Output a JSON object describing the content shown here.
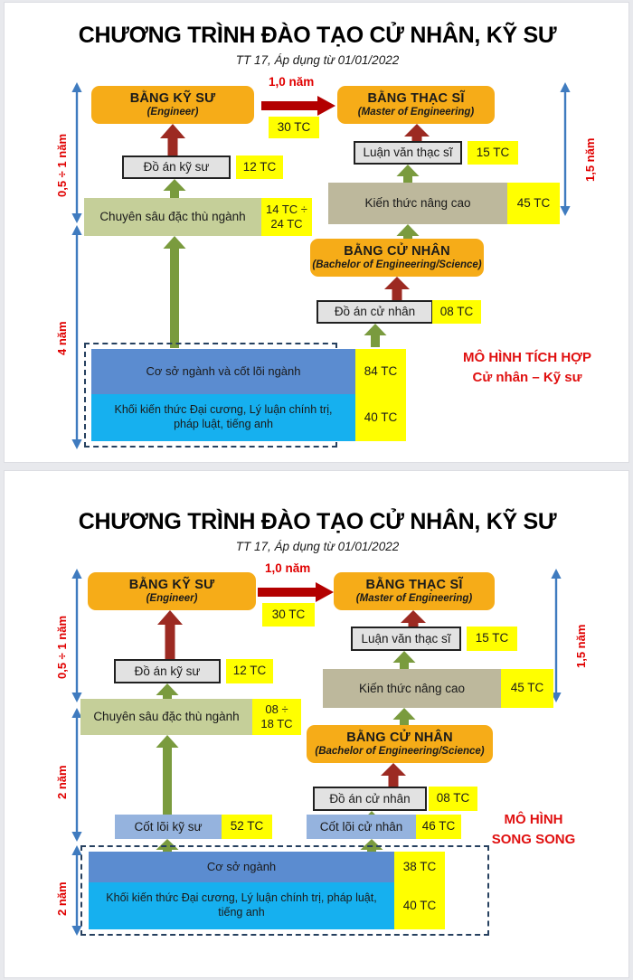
{
  "colors": {
    "orange": "#f6ac18",
    "yellow": "#ffff00",
    "gray_box": "#e2e2e2",
    "olive": "#c5cf99",
    "khaki": "#bdb89c",
    "blue_dark": "#5b8cd0",
    "blue_light": "#16b0ef",
    "blue_mid": "#95b3de",
    "red_text": "#e00000",
    "arrow_blue": "#3f7bbf",
    "arrow_green": "#7a9b3e",
    "arrow_darkred": "#9c2a22",
    "arrow_red": "#b30000",
    "dash_border": "#26405f"
  },
  "panels": [
    {
      "id": "integrated-model",
      "title": "CHƯƠNG TRÌNH ĐÀO TẠO CỬ NHÂN, KỸ SƯ",
      "subtitle": "TT 17, Áp dụng từ 01/01/2022",
      "model_note_line1": "MÔ HÌNH TÍCH HỢP",
      "model_note_line2": "Cử nhân – Kỹ sư",
      "duration_left_top": "0,5 ÷ 1 năm",
      "duration_left_bottom": "4 năm",
      "duration_right": "1,5 năm",
      "bridge_label": "1,0 năm",
      "boxes": {
        "engineer_degree": {
          "line1": "BẰNG KỸ SƯ",
          "line2": "(Engineer)"
        },
        "master_degree": {
          "line1": "BẰNG THẠC SĨ",
          "line2": "(Master of Engineering)"
        },
        "bachelor_degree": {
          "line1": "BẰNG CỬ NHÂN",
          "line2": "(Bachelor of Engineering/Science)"
        },
        "engineer_project": "Đồ án kỹ sư",
        "master_thesis": "Luận văn thạc sĩ",
        "bachelor_project": "Đồ án cử nhân",
        "specialization": "Chuyên sâu đặc thù ngành",
        "advanced_knowledge": "Kiến thức nâng cao",
        "foundation_core": "Cơ sở ngành và cốt lõi ngành",
        "general_knowledge": "Khối kiến thức Đại cương, Lý luận chính trị, pháp luật, tiếng anh"
      },
      "credits": {
        "bridge": "30 TC",
        "engineer_project": "12 TC",
        "master_thesis": "15 TC",
        "bachelor_project": "08 TC",
        "specialization_l1": "14 TC ÷",
        "specialization_l2": "24 TC",
        "advanced_knowledge": "45 TC",
        "foundation_core": "84 TC",
        "general_knowledge": "40 TC"
      }
    },
    {
      "id": "parallel-model",
      "title": "CHƯƠNG TRÌNH ĐÀO TẠO CỬ NHÂN, KỸ SƯ",
      "subtitle": "TT 17, Áp dụng từ 01/01/2022",
      "model_note_line1": "MÔ HÌNH",
      "model_note_line2": "SONG SONG",
      "duration_left_top": "0,5 ÷ 1 năm",
      "duration_left_mid": "2 năm",
      "duration_left_bottom": "2 năm",
      "duration_right": "1,5 năm",
      "bridge_label": "1,0 năm",
      "boxes": {
        "engineer_degree": {
          "line1": "BẰNG KỸ SƯ",
          "line2": "(Engineer)"
        },
        "master_degree": {
          "line1": "BẰNG THẠC SĨ",
          "line2": "(Master of Engineering)"
        },
        "bachelor_degree": {
          "line1": "BẰNG CỬ NHÂN",
          "line2": "(Bachelor of Engineering/Science)"
        },
        "engineer_project": "Đồ án kỹ sư",
        "master_thesis": "Luận văn thạc sĩ",
        "bachelor_project": "Đồ án cử nhân",
        "specialization": "Chuyên sâu đặc thù ngành",
        "advanced_knowledge": "Kiến thức nâng cao",
        "engineer_core": "Cốt lõi kỹ sư",
        "bachelor_core": "Cốt lõi cử nhân",
        "foundation": "Cơ sở ngành",
        "general_knowledge": "Khối kiến thức Đại cương, Lý luận chính trị, pháp luật, tiếng anh"
      },
      "credits": {
        "bridge": "30 TC",
        "engineer_project": "12 TC",
        "master_thesis": "15 TC",
        "bachelor_project": "08 TC",
        "specialization_l1": "08 ÷",
        "specialization_l2": "18 TC",
        "advanced_knowledge": "45 TC",
        "engineer_core": "52 TC",
        "bachelor_core": "46 TC",
        "foundation": "38 TC",
        "general_knowledge": "40 TC"
      }
    }
  ]
}
